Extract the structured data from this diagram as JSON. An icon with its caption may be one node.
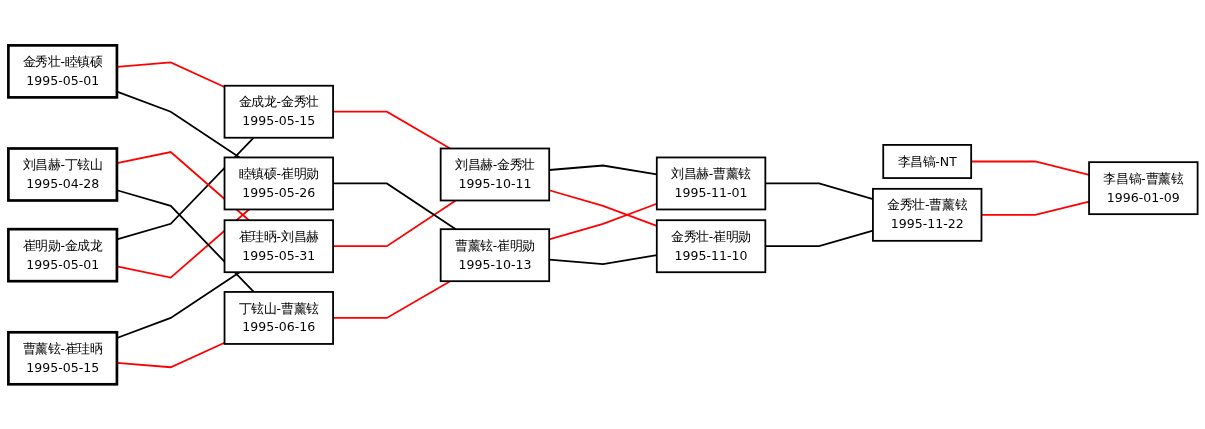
{
  "diagram": {
    "nodes": [
      {
        "text": [
          "金秀壮-睦镇硕",
          "1995-05-01"
        ]
      },
      {
        "text": [
          "崔明勋-金成龙",
          "1995-05-01"
        ]
      },
      {
        "text": [
          "刘昌赫-丁铉山",
          "1995-04-28"
        ]
      },
      {
        "text": [
          "曹薰铉-崔珪昞",
          "1995-05-15"
        ]
      },
      {
        "text": [
          "金成龙-金秀壮",
          "1995-05-15"
        ]
      },
      {
        "text": [
          "崔珪昞-刘昌赫",
          "1995-05-31"
        ]
      },
      {
        "text": [
          "丁铉山-曹薰铉",
          "1995-06-16"
        ]
      },
      {
        "text": [
          "睦镇硕-崔明勋",
          "1995-05-26"
        ]
      },
      {
        "text": [
          "刘昌赫-金秀壮",
          "1995-10-11"
        ]
      },
      {
        "text": [
          "曹薰铉-崔明勋",
          "1995-10-13"
        ]
      },
      {
        "text": [
          "刘昌赫-曹薰铉",
          "1995-11-01"
        ]
      },
      {
        "text": [
          "金秀壮-崔明勋",
          "1995-11-10"
        ]
      },
      {
        "text": [
          "李昌镐-NT"
        ]
      },
      {
        "text": [
          "金秀壮-曹薰铉",
          "1995-11-22"
        ]
      },
      {
        "text": [
          "李昌镐-曹薰铉",
          "1996-01-09"
        ]
      }
    ],
    "edges": [
      {
        "from": 0,
        "to": 4,
        "arrow": "none"
      },
      {
        "from": 0,
        "to": 7,
        "arrow": "none",
        "color": "#000000"
      },
      {
        "from": 1,
        "to": 4,
        "arrow": "none",
        "color": "#000000"
      },
      {
        "from": 1,
        "to": 7,
        "arrow": "none"
      },
      {
        "from": 2,
        "to": 5,
        "arrow": "none"
      },
      {
        "from": 2,
        "to": 6,
        "arrow": "none",
        "color": "#000000"
      },
      {
        "from": 3,
        "to": 5,
        "arrow": "none",
        "color": "#000000"
      },
      {
        "from": 3,
        "to": 6,
        "arrow": "none"
      },
      {
        "from": 4,
        "to": 8,
        "arrow": "none"
      },
      {
        "from": 5,
        "to": 8,
        "arrow": "none"
      },
      {
        "from": 6,
        "to": 9,
        "arrow": "none"
      },
      {
        "from": 7,
        "to": 9,
        "arrow": "none",
        "color": "#000000"
      },
      {
        "from": 8,
        "to": 10,
        "arrow": "none",
        "color": "#000000"
      },
      {
        "from": 8,
        "to": 11,
        "arrow": "none"
      },
      {
        "from": 9,
        "to": 10,
        "arrow": "none"
      },
      {
        "from": 9,
        "to": 11,
        "arrow": "none",
        "color": "#000000"
      },
      {
        "from": 10,
        "to": 13,
        "arrow": "none",
        "color": "#000000"
      },
      {
        "from": 11,
        "to": 13,
        "arrow": "none",
        "color": "#000000"
      },
      {
        "from": 12,
        "to": 14,
        "arrow": "none"
      },
      {
        "from": 13,
        "to": 14,
        "arrow": "none"
      }
    ]
  }
}
